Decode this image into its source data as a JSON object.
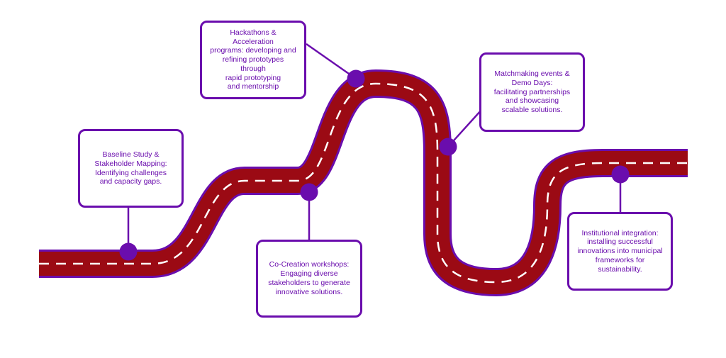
{
  "colors": {
    "road": "#9b0a14",
    "road_border": "#6a0dad",
    "lane_marking": "#ffffff",
    "milestone": "#6a0dad",
    "box_border": "#6a0dad",
    "text": "#6a0dad"
  },
  "steps": [
    {
      "text": "Baseline Study &\nStakeholder Mapping:\nIdentifying challenges\nand capacity gaps."
    },
    {
      "text": "Co-Creation workshops:\nEngaging diverse\nstakeholders to generate\ninnovative solutions."
    },
    {
      "text": "Hackathons & Acceleration\nprograms: developing and\nrefining prototypes through\nrapid prototyping\nand mentorship"
    },
    {
      "text": "Matchmaking events &\nDemo Days:\nfacilitating partnerships\nand showcasing\nscalable solutions."
    },
    {
      "text": "Institutional integration:\ninstalling successful\ninnovations into municipal\nframeworks for\nsustainability."
    }
  ]
}
